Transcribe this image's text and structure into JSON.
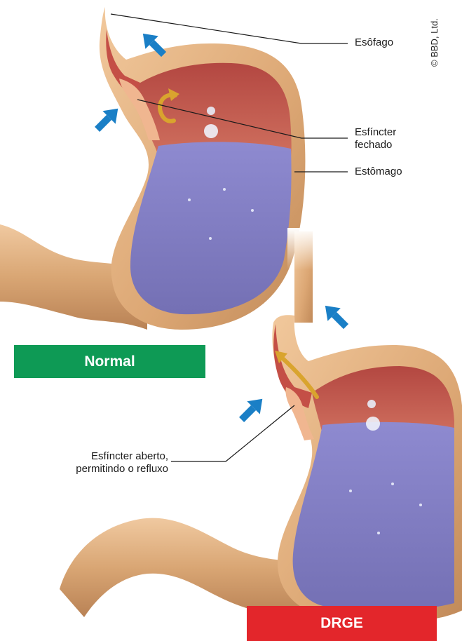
{
  "labels": {
    "esofago": "Esôfago",
    "esfincter_fechado_line1": "Esfíncter",
    "esfincter_fechado_line2": "fechado",
    "estomago": "Estômago",
    "esfincter_aberto_line1": "Esfíncter aberto,",
    "esfincter_aberto_line2": "permitindo o refluxo"
  },
  "badges": {
    "normal": "Normal",
    "drge": "DRGE"
  },
  "copyright": "© BBD, Ltd.",
  "colors": {
    "normal_badge": "#0e9a55",
    "drge_badge": "#e3262b",
    "arrow": "#1a7fc6",
    "stomach_tissue": "#e6b482",
    "stomach_lining": "#c4554c",
    "gastric_fluid": "#8a86c6"
  },
  "icons": [
    "arrow-icon",
    "curved-arrow-icon",
    "bubble-icon"
  ]
}
